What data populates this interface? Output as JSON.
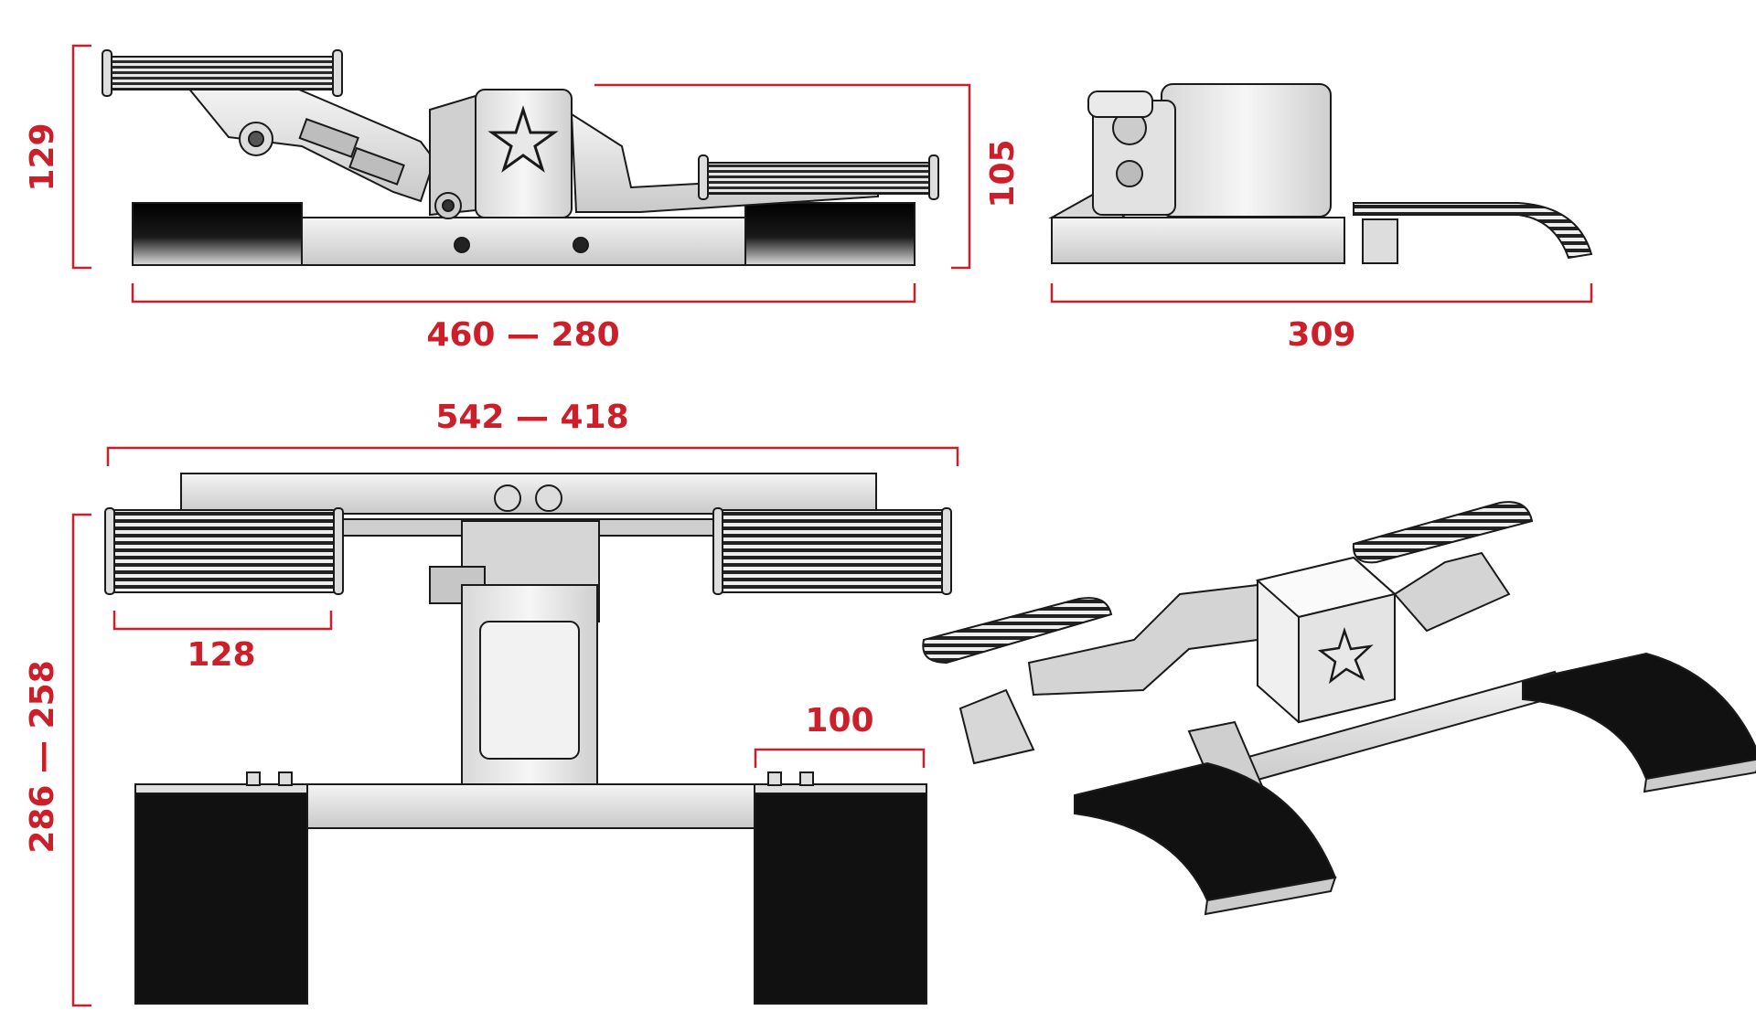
{
  "colors": {
    "dimension": "#cc1f2a",
    "outline": "#1a1a1a",
    "metal": "#e4e4e4",
    "metal_dark": "#b9b9b9",
    "pad": "#111111"
  },
  "dimensions": {
    "side_height": "129",
    "side_width": "460 — 280",
    "side_right_height": "105",
    "end_depth": "309",
    "top_width": "542 — 418",
    "top_depth": "286 — 258",
    "pedal_width": "128",
    "pad_width": "100"
  },
  "icons": [
    "star-emblem-icon"
  ]
}
